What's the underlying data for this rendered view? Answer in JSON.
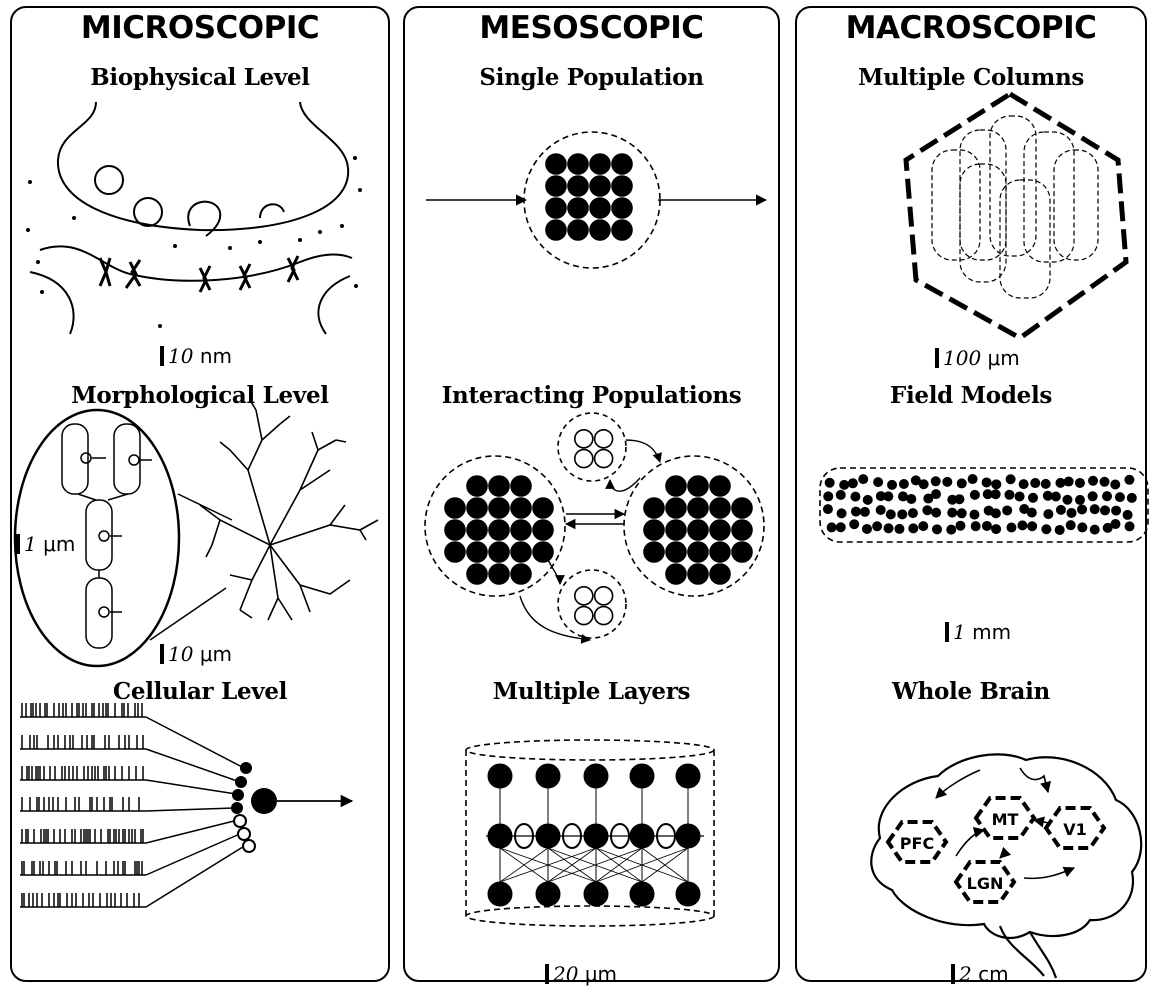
{
  "panels": {
    "microscopic": {
      "heading": "MICROSCOPIC",
      "levels": [
        "Biophysical Level",
        "Morphological Level",
        "Cellular Level"
      ],
      "scales": [
        {
          "value": "10",
          "unit": "nm"
        },
        {
          "value": "1",
          "unit": "μm"
        },
        {
          "value": "10",
          "unit": "μm"
        }
      ]
    },
    "mesoscopic": {
      "heading": "MESOSCOPIC",
      "levels": [
        "Single Population",
        "Interacting Populations",
        "Multiple Layers"
      ],
      "scales": [
        {
          "value": "20",
          "unit": "μm"
        }
      ]
    },
    "macroscopic": {
      "heading": "MACROSCOPIC",
      "levels": [
        "Multiple Columns",
        "Field Models",
        "Whole Brain"
      ],
      "scales": [
        {
          "value": "100",
          "unit": "μm"
        },
        {
          "value": "1",
          "unit": "mm"
        },
        {
          "value": "2",
          "unit": "cm"
        }
      ],
      "brain_regions": [
        "PFC",
        "MT",
        "V1",
        "LGN"
      ]
    }
  }
}
